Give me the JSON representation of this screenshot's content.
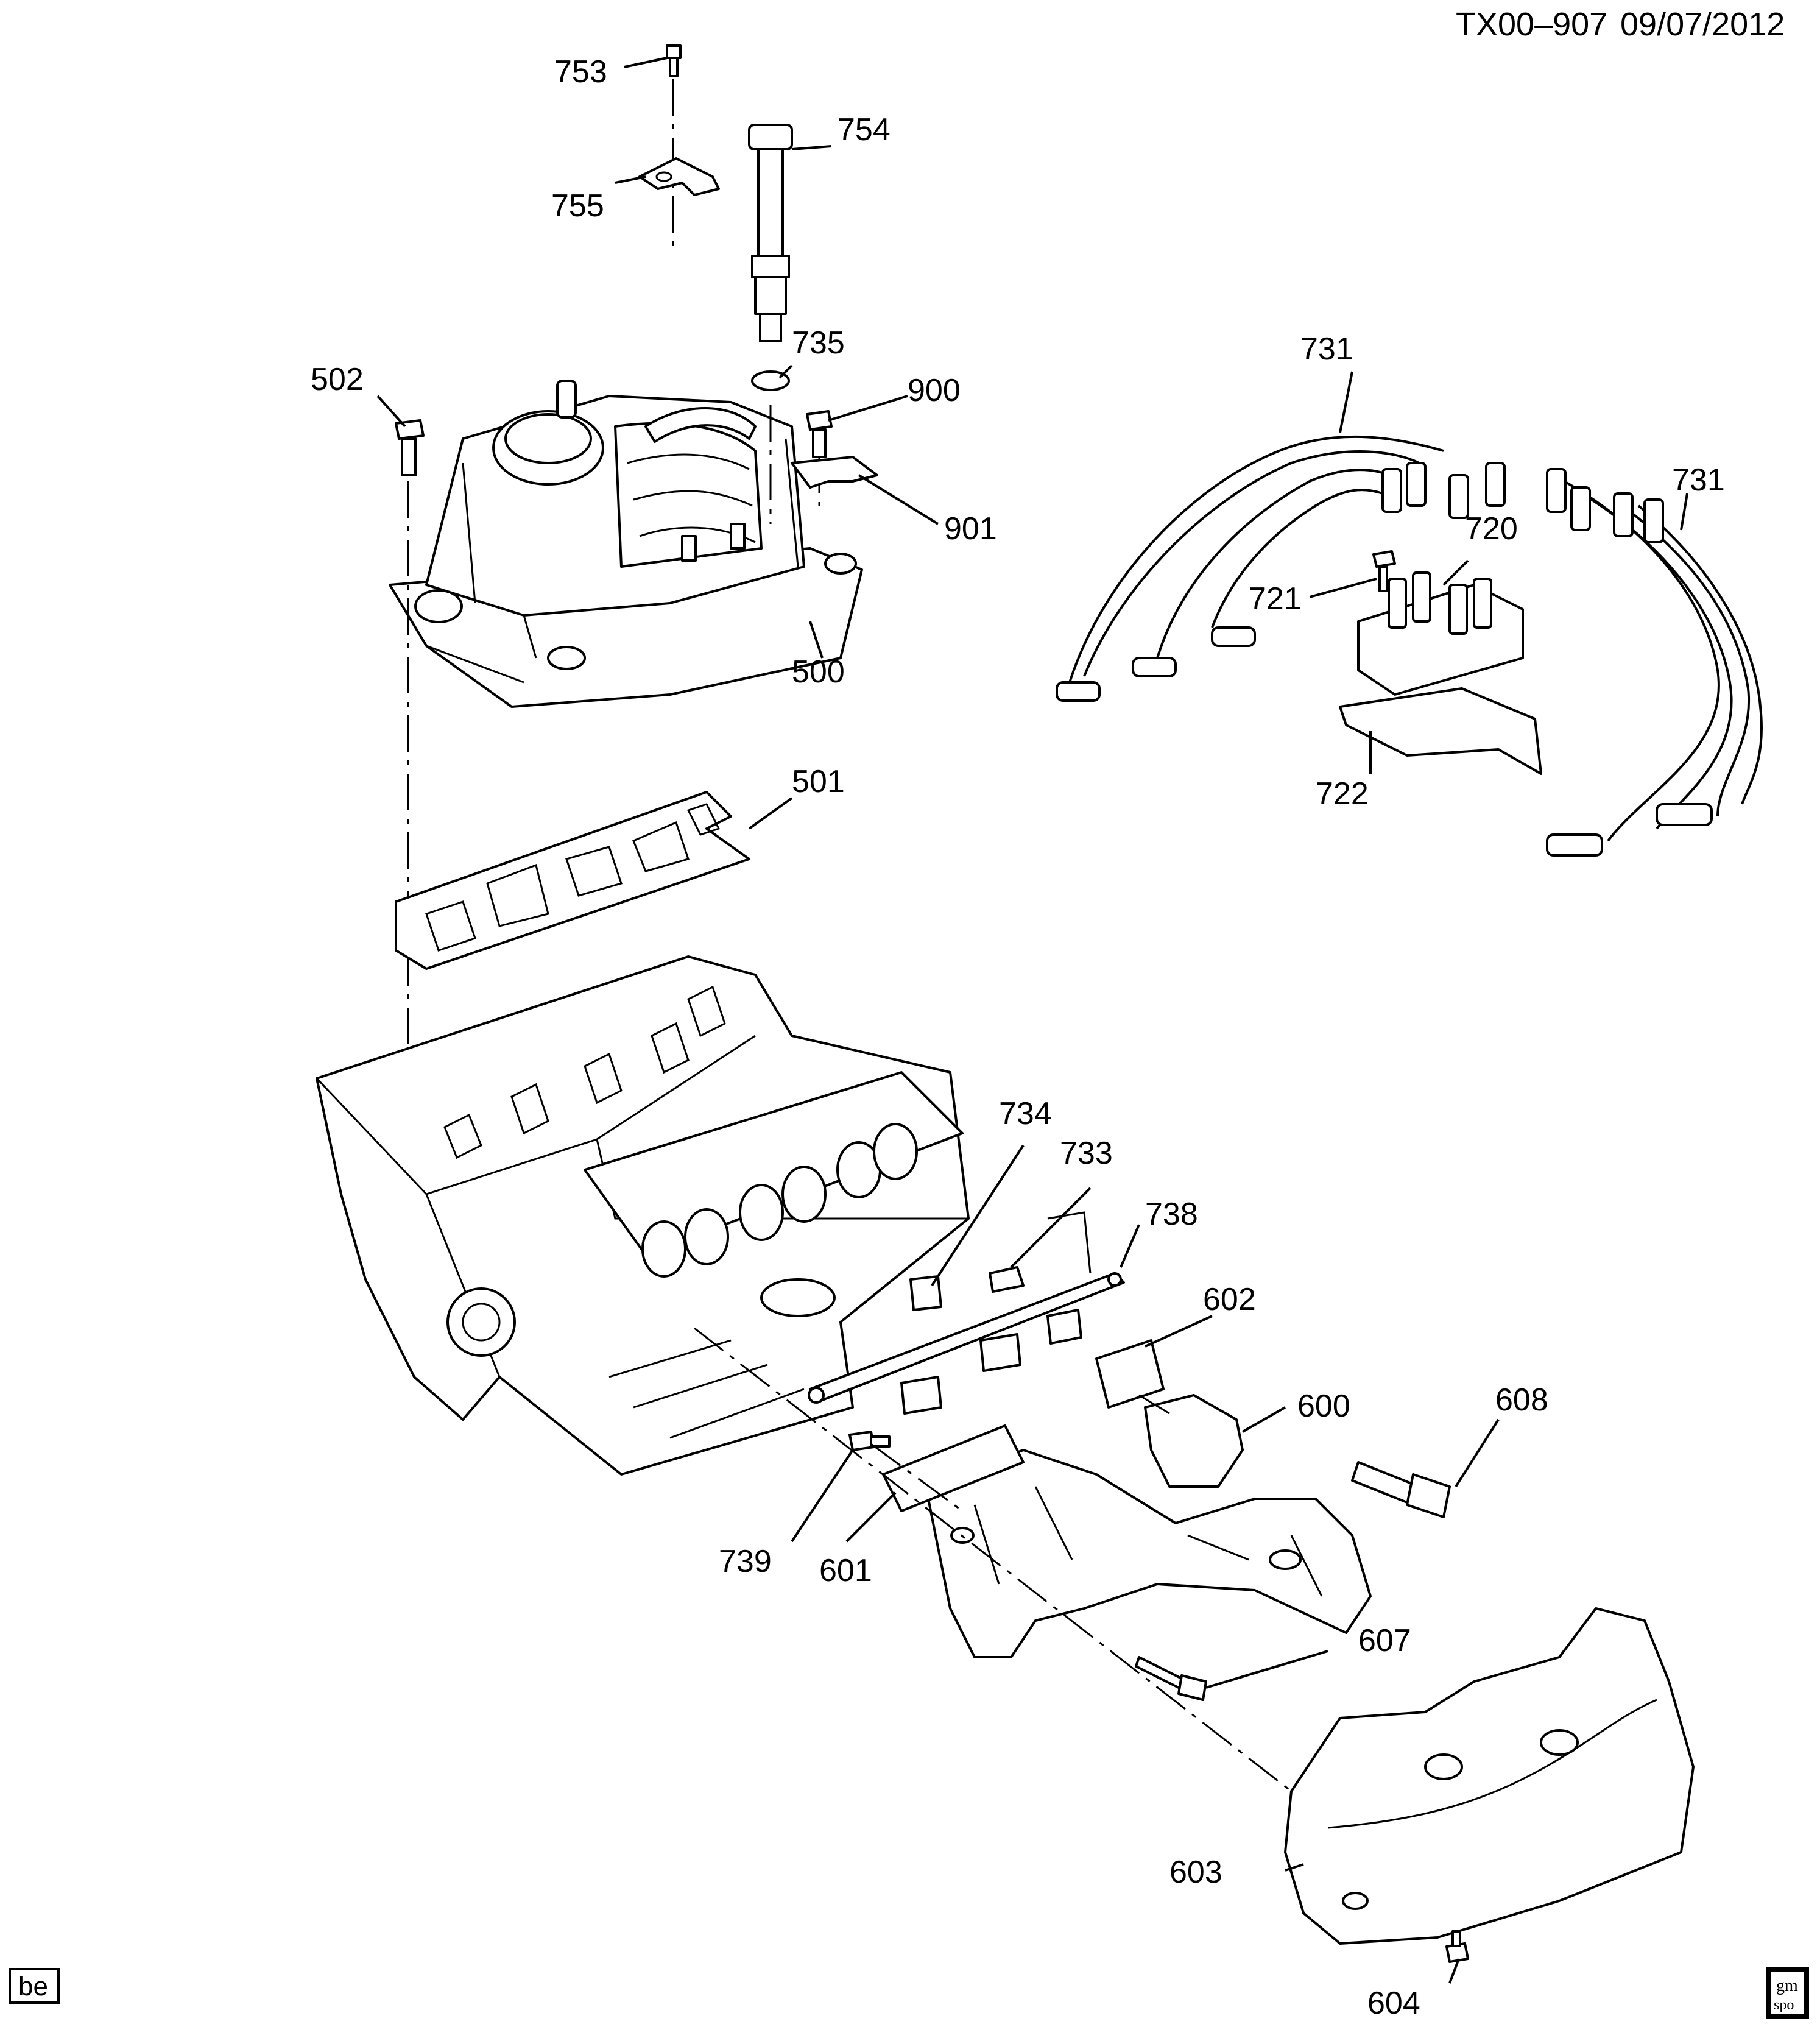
{
  "header": {
    "code": "TX00–907",
    "date": "09/07/2012"
  },
  "badge_bottom_left": "be",
  "logo": {
    "line1": "gm",
    "line2": "spo"
  },
  "callouts": [
    {
      "id": "753",
      "label": "753"
    },
    {
      "id": "754",
      "label": "754"
    },
    {
      "id": "755",
      "label": "755"
    },
    {
      "id": "735",
      "label": "735"
    },
    {
      "id": "502",
      "label": "502"
    },
    {
      "id": "900",
      "label": "900"
    },
    {
      "id": "901",
      "label": "901"
    },
    {
      "id": "500",
      "label": "500"
    },
    {
      "id": "501",
      "label": "501"
    },
    {
      "id": "731a",
      "label": "731"
    },
    {
      "id": "731b",
      "label": "731"
    },
    {
      "id": "720",
      "label": "720"
    },
    {
      "id": "721",
      "label": "721"
    },
    {
      "id": "722",
      "label": "722"
    },
    {
      "id": "734",
      "label": "734"
    },
    {
      "id": "733",
      "label": "733"
    },
    {
      "id": "738",
      "label": "738"
    },
    {
      "id": "602",
      "label": "602"
    },
    {
      "id": "600",
      "label": "600"
    },
    {
      "id": "608",
      "label": "608"
    },
    {
      "id": "739",
      "label": "739"
    },
    {
      "id": "601",
      "label": "601"
    },
    {
      "id": "607",
      "label": "607"
    },
    {
      "id": "603",
      "label": "603"
    },
    {
      "id": "604",
      "label": "604"
    }
  ]
}
